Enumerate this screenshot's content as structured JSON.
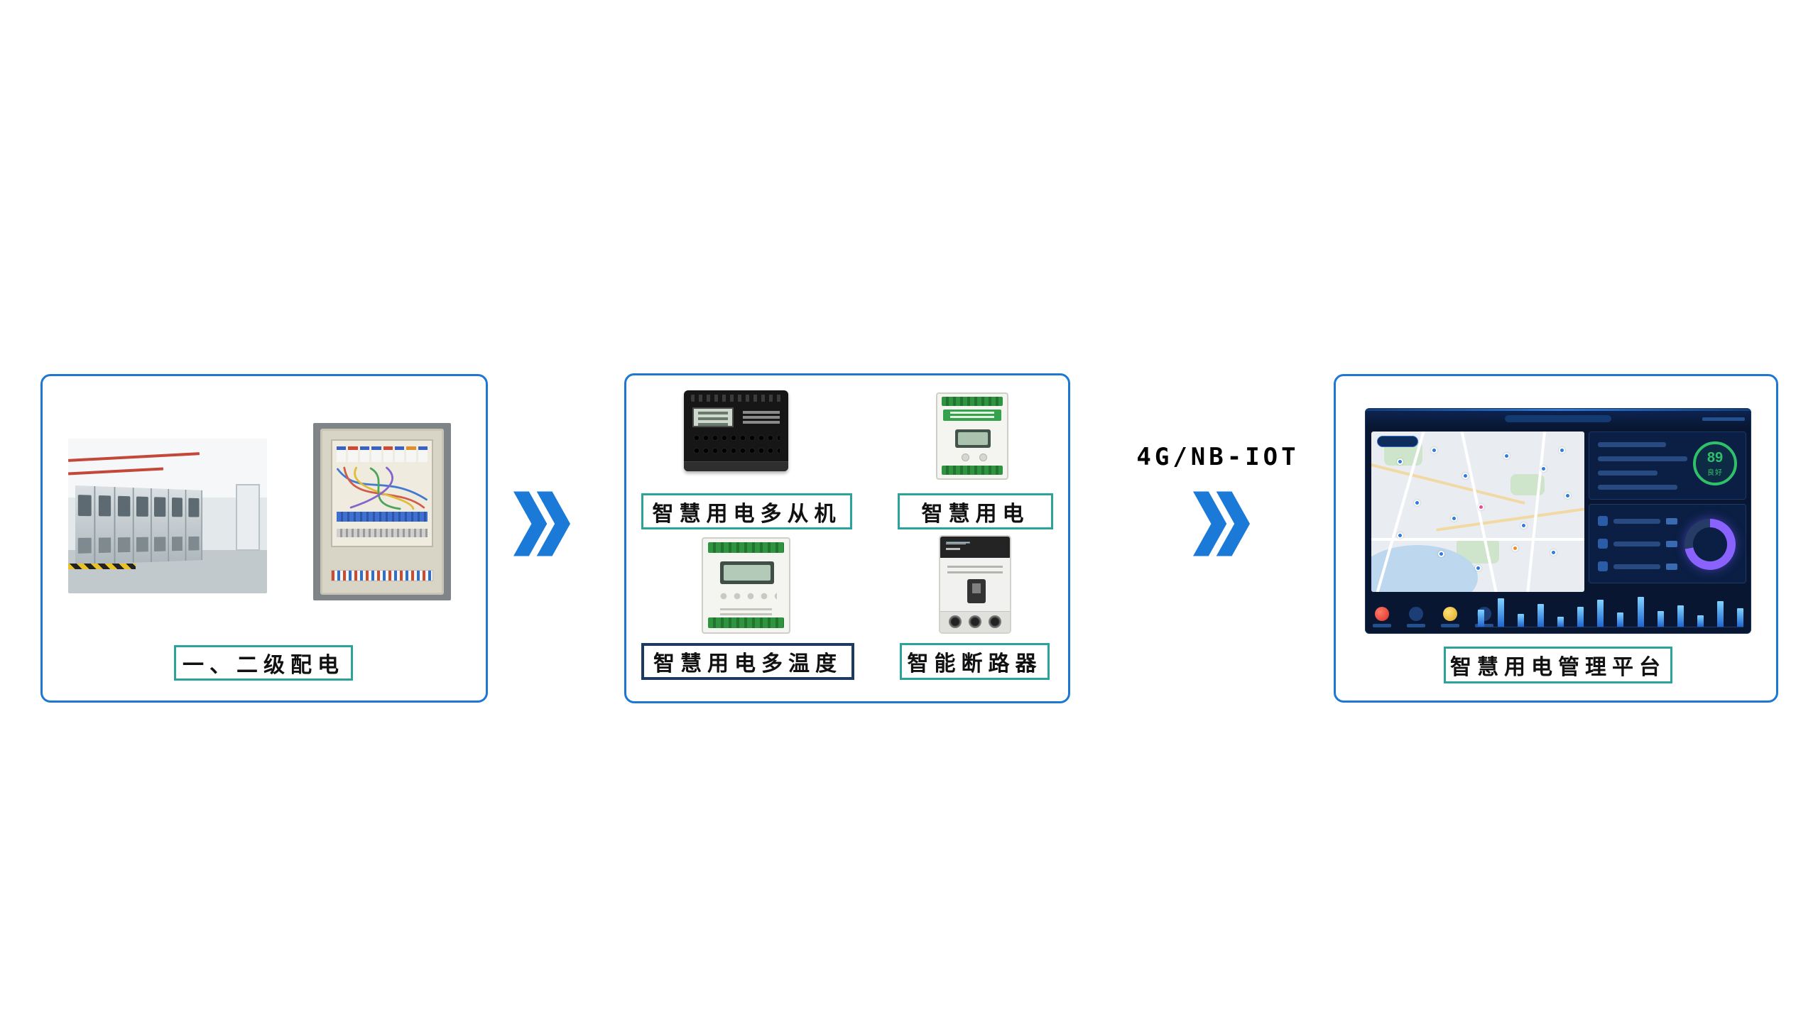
{
  "colors": {
    "group_border": "#1e78d2",
    "label_border": "#2ba39b",
    "label_border_dark": "#1d3a63",
    "arrow": "#1b79d8"
  },
  "distribution": {
    "label": "一、二级配电"
  },
  "devices": {
    "multi_slave": {
      "label": "智慧用电多从机"
    },
    "smart_power": {
      "label": "智慧用电"
    },
    "multi_temp": {
      "label": "智慧用电多温度"
    },
    "smart_breaker": {
      "label": "智能断路器"
    }
  },
  "platform": {
    "label": "智慧用电管理平台",
    "dashboard": {
      "score": "89",
      "score_caption": "良好",
      "bars": [
        24,
        40,
        18,
        32,
        14,
        28,
        38,
        20,
        42,
        22,
        30,
        16,
        36,
        26
      ]
    }
  },
  "connection": {
    "protocol": "4G/NB-IOT"
  }
}
